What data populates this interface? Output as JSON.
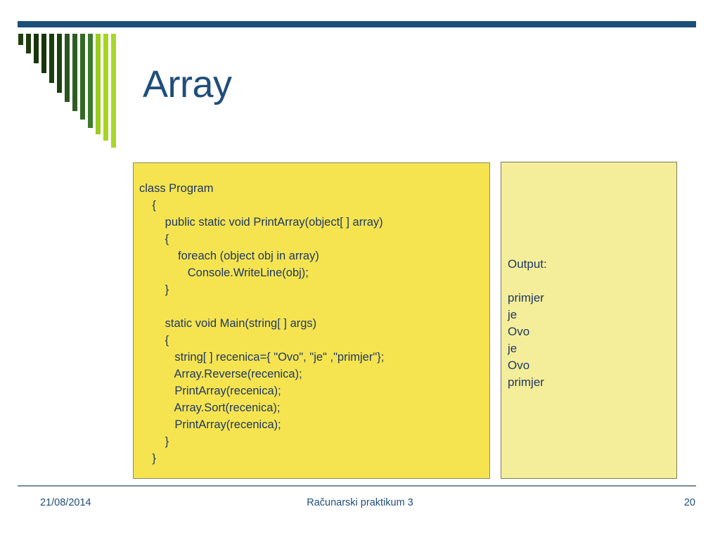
{
  "slide": {
    "title": "Array",
    "accent_color": "#1F4E79",
    "code_panel_color": "#F5E450",
    "output_panel_color": "#F4EE9B",
    "text_color": "#1F3864"
  },
  "decoration": {
    "name": "descending-green-bars",
    "bars": [
      {
        "height": 16,
        "color": "#20400F"
      },
      {
        "height": 28,
        "color": "#1E3D0E"
      },
      {
        "height": 42,
        "color": "#17340B"
      },
      {
        "height": 56,
        "color": "#17340B"
      },
      {
        "height": 70,
        "color": "#1B3E0E"
      },
      {
        "height": 84,
        "color": "#1C4110"
      },
      {
        "height": 97,
        "color": "#2B5520"
      },
      {
        "height": 110,
        "color": "#2E5C22"
      },
      {
        "height": 122,
        "color": "#356A26"
      },
      {
        "height": 134,
        "color": "#3C7A2B"
      },
      {
        "height": 143,
        "color": "#9ACD1E"
      },
      {
        "height": 152,
        "color": "#A6D520"
      },
      {
        "height": 162,
        "color": "#A8D82A"
      }
    ]
  },
  "code_panel": {
    "name": "csharp-code-sample",
    "lines": [
      "class Program",
      "    {",
      "        public static void PrintArray(object[ ] array)",
      "        {",
      "            foreach (object obj in array)",
      "               Console.WriteLine(obj);",
      "        }",
      "",
      "        static void Main(string[ ] args)",
      "        {",
      "           string[ ] recenica={ \"Ovo\", \"je\" ,\"primjer\"};",
      "           Array.Reverse(recenica);",
      "           PrintArray(recenica);",
      "           Array.Sort(recenica);",
      "           PrintArray(recenica);",
      "        }",
      "    }"
    ]
  },
  "output_panel": {
    "label": "Output:",
    "lines": [
      "primjer",
      "je",
      "Ovo",
      "je",
      "Ovo",
      "primjer"
    ]
  },
  "footer": {
    "date": "21/08/2014",
    "title": "Računarski praktikum 3",
    "page_number": "20"
  }
}
